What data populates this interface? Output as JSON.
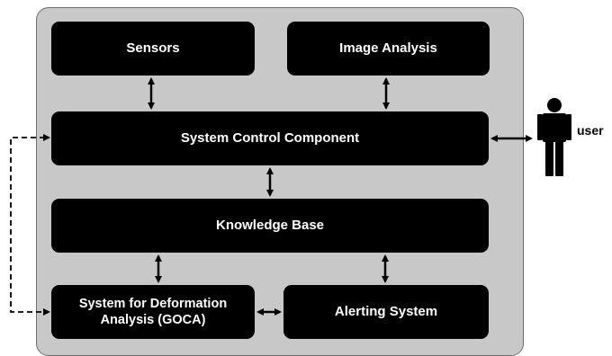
{
  "boxes": {
    "sensors": "Sensors",
    "image_analysis": "Image Analysis",
    "system_control": "System Control Component",
    "knowledge_base": "Knowledge Base",
    "deformation_analysis": "System for Deformation Analysis (GOCA)",
    "alerting": "Alerting System"
  },
  "actor": {
    "label": "user",
    "icon": "person-icon"
  },
  "colors": {
    "box": "#000000",
    "box_text": "#ffffff",
    "panel": "#c8c8c8",
    "panel_border": "#6e6e6e"
  }
}
